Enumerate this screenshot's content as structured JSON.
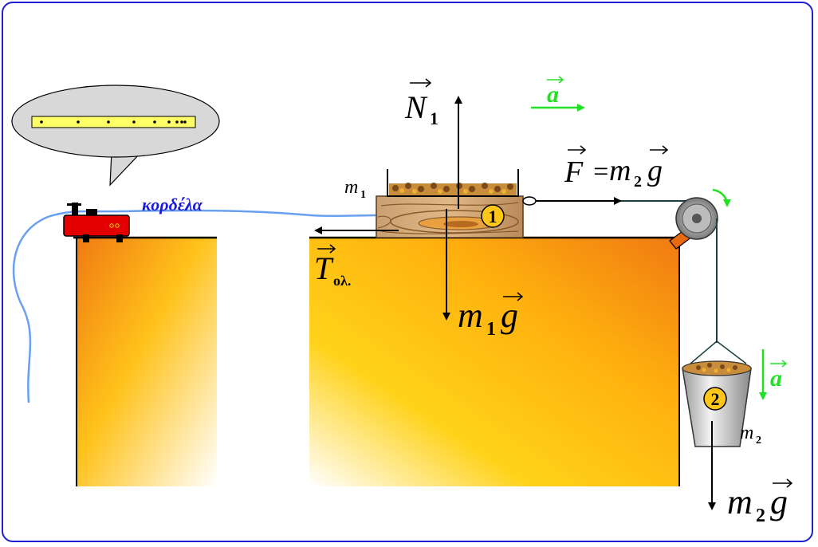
{
  "labels": {
    "normal_force": "N",
    "normal_force_sub": "1",
    "accel_top": "a",
    "pull_force_lhs": "F",
    "pull_force_rhs_m": "m",
    "pull_force_rhs_sub": "2",
    "pull_force_rhs_g": "g",
    "mass1": "m",
    "mass1_sub": "1",
    "tension": "T",
    "tension_sub": "ολ.",
    "weight1_m": "m",
    "weight1_sub": "1",
    "weight1_g": "g",
    "body1_number": "1",
    "body2_number": "2",
    "mass2": "m",
    "mass2_sub": "2",
    "accel_right": "a",
    "weight2_m": "m",
    "weight2_sub": "2",
    "weight2_g": "g",
    "tape": "κορδέλα"
  },
  "colors": {
    "frame": "#1f1fcf",
    "table_dark": "#f07a12",
    "table_light": "#ffd21a",
    "accel": "#22e022",
    "tape_text": "#1a1adc",
    "timer_body": "#e30000",
    "tape_line": "#6aa0f0",
    "bubble": "#d8d8d8",
    "strip": "#ffff66"
  },
  "icons": {
    "timer": "ticker-timer-icon",
    "pulley": "pulley-icon",
    "bucket": "bucket-icon",
    "block": "wooden-block-icon",
    "rotation": "rotation-arrow-icon"
  }
}
